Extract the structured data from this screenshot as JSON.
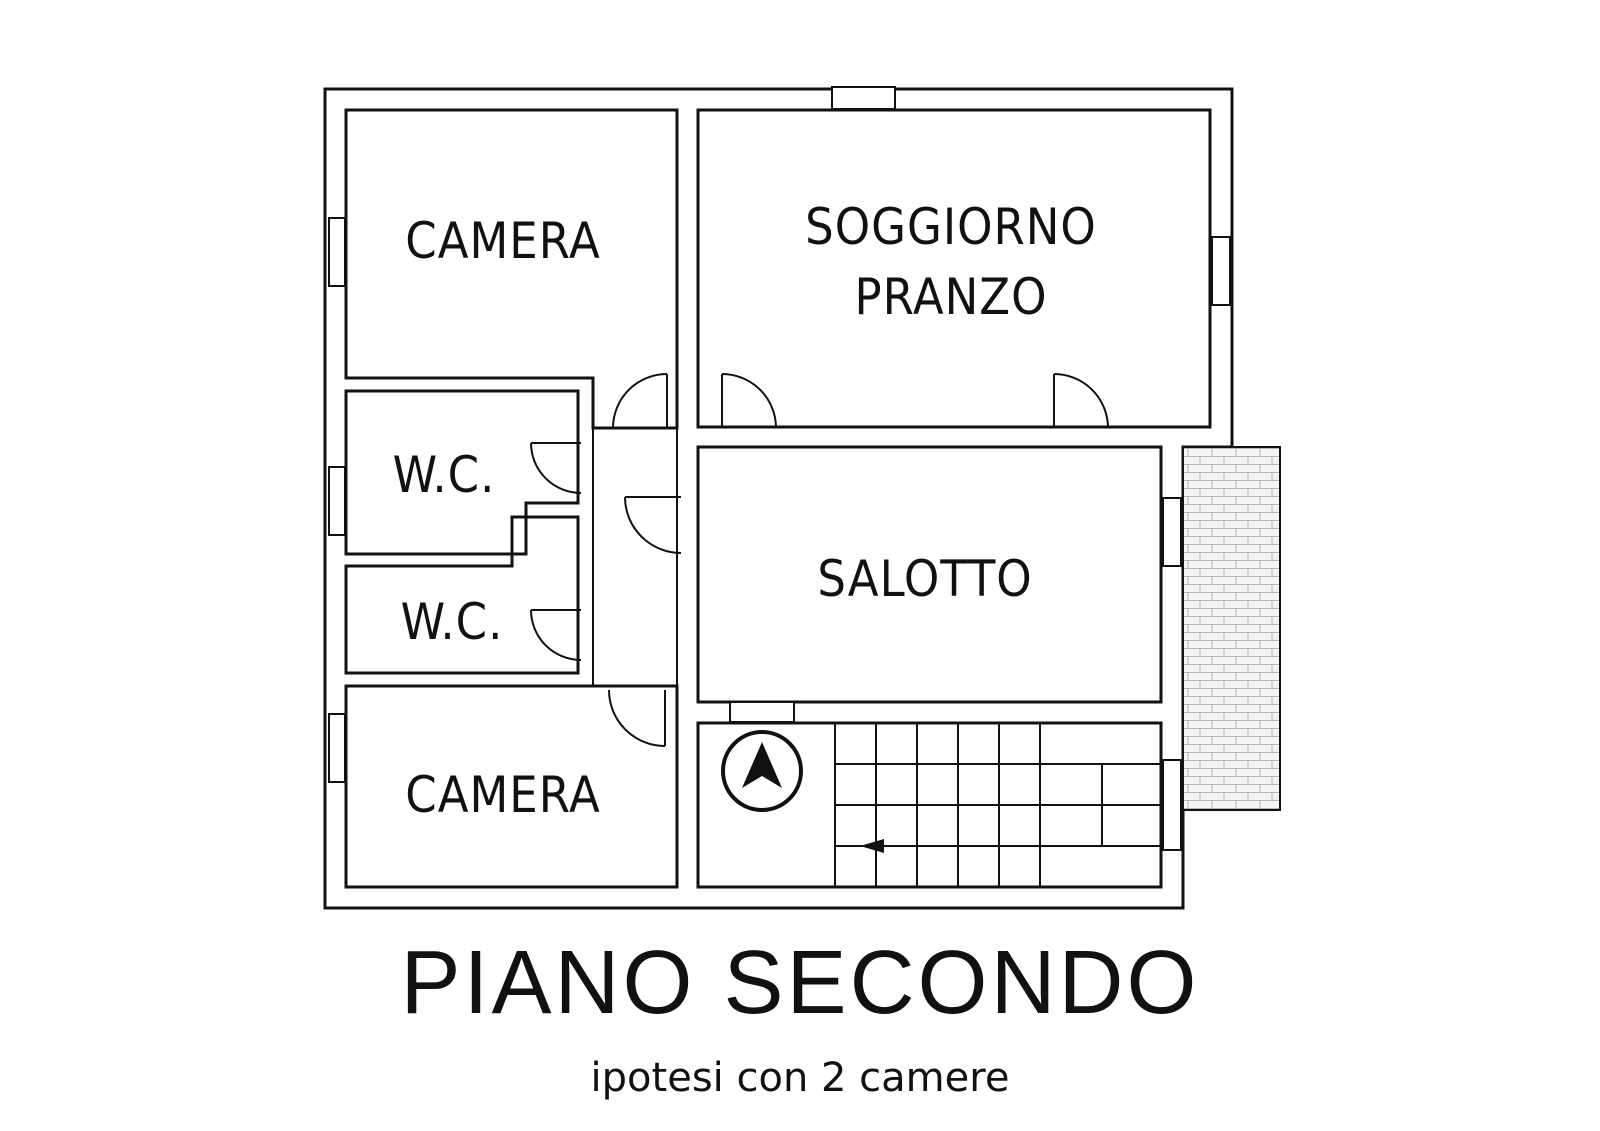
{
  "rooms": {
    "camera_top": "CAMERA",
    "soggiorno_line1": "SOGGIORNO",
    "soggiorno_line2": "PRANZO",
    "wc_top": "W.C.",
    "wc_bottom": "W.C.",
    "salotto": "SALOTTO",
    "camera_bottom": "CAMERA"
  },
  "title": "PIANO SECONDO",
  "subtitle": "ipotesi con 2 camere",
  "icons": {
    "north": "north-arrow-icon",
    "stair_direction": "arrow-left-icon"
  },
  "colors": {
    "line": "#111111",
    "balcony_fill": "#f3f3f3",
    "background": "#ffffff"
  }
}
